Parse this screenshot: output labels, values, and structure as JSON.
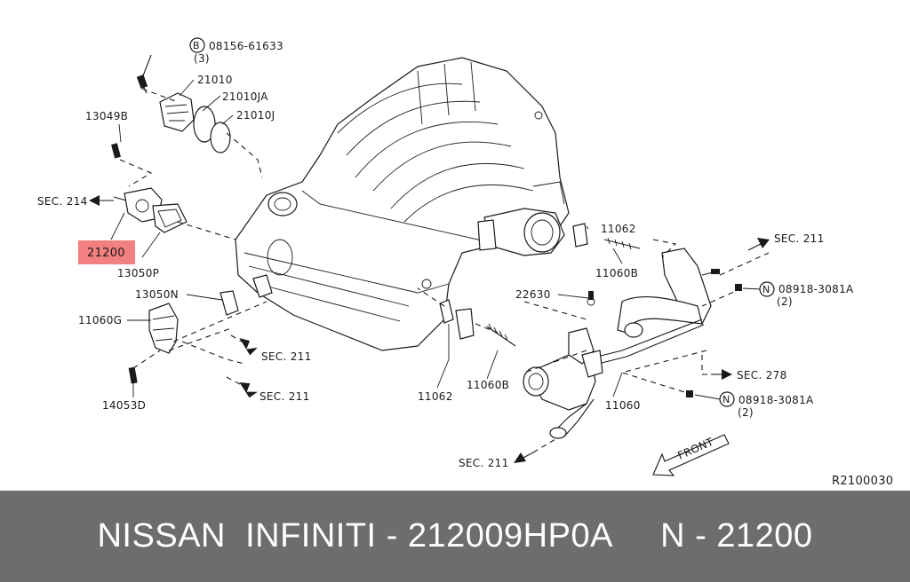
{
  "diagram": {
    "labels": {
      "l08156": "08156-61633",
      "l08156_qty": "(3)",
      "b_symbol": "B",
      "l21010": "21010",
      "l21010ja": "21010JA",
      "l21010j": "21010J",
      "l13049b": "13049B",
      "sec214": "SEC. 214",
      "l21200": "21200",
      "l13050p": "13050P",
      "l13050n": "13050N",
      "l11060g": "11060G",
      "sec211_a": "SEC. 211",
      "sec211_b": "SEC. 211",
      "l14053d": "14053D",
      "l11062_a": "11062",
      "l11060b_a": "11060B",
      "l11062_b": "11062",
      "l11060b_b": "11060B",
      "l22630": "22630",
      "sec211_c": "SEC. 211",
      "n_symbol_a": "N",
      "l08918_a": "08918-3081A",
      "l08918_a_qty": "(2)",
      "sec278": "SEC. 278",
      "n_symbol_b": "N",
      "l08918_b": "08918-3081A",
      "l08918_b_qty": "(2)",
      "l11060": "11060",
      "sec211_d": "SEC. 211",
      "front": "FRONT",
      "ref_code": "R2100030"
    },
    "highlight_color": "#f28080"
  },
  "footer": {
    "text": "NISSAN  INFINITI - 212009HP0A     N - 21200"
  }
}
